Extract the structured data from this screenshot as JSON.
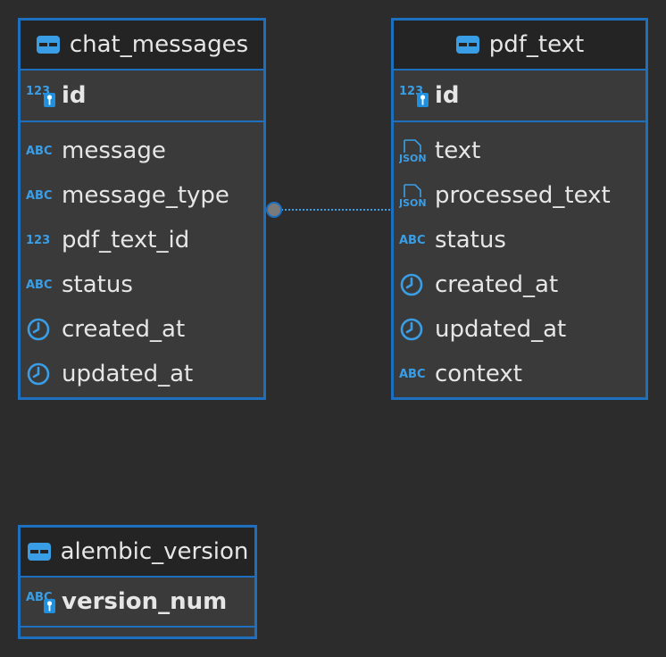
{
  "colors": {
    "background": "#2c2c2c",
    "table_body": "#3a3a3a",
    "table_header": "#242424",
    "border": "#1f6fbf",
    "icon_blue": "#3a9ee6",
    "text": "#e6e6e6"
  },
  "tables": {
    "chat_messages": {
      "name": "chat_messages",
      "icon": "table-icon",
      "pk": {
        "name": "id",
        "icon": "numeric-key-icon"
      },
      "columns": [
        {
          "name": "message",
          "icon": "text-type-icon"
        },
        {
          "name": "message_type",
          "icon": "text-type-icon"
        },
        {
          "name": "pdf_text_id",
          "icon": "numeric-type-icon"
        },
        {
          "name": "status",
          "icon": "text-type-icon"
        },
        {
          "name": "created_at",
          "icon": "clock-icon"
        },
        {
          "name": "updated_at",
          "icon": "clock-icon"
        }
      ]
    },
    "pdf_text": {
      "name": "pdf_text",
      "icon": "table-icon",
      "pk": {
        "name": "id",
        "icon": "numeric-key-icon"
      },
      "columns": [
        {
          "name": "text",
          "icon": "json-type-icon"
        },
        {
          "name": "processed_text",
          "icon": "json-type-icon"
        },
        {
          "name": "status",
          "icon": "text-type-icon"
        },
        {
          "name": "created_at",
          "icon": "clock-icon"
        },
        {
          "name": "updated_at",
          "icon": "clock-icon"
        },
        {
          "name": "context",
          "icon": "text-type-icon"
        }
      ]
    },
    "alembic_version": {
      "name": "alembic_version",
      "icon": "table-icon",
      "pk": {
        "name": "version_num",
        "icon": "text-key-icon"
      },
      "columns": []
    }
  },
  "relationships": [
    {
      "from_table": "chat_messages",
      "from_column": "pdf_text_id",
      "to_table": "pdf_text",
      "style": "dotted"
    }
  ]
}
